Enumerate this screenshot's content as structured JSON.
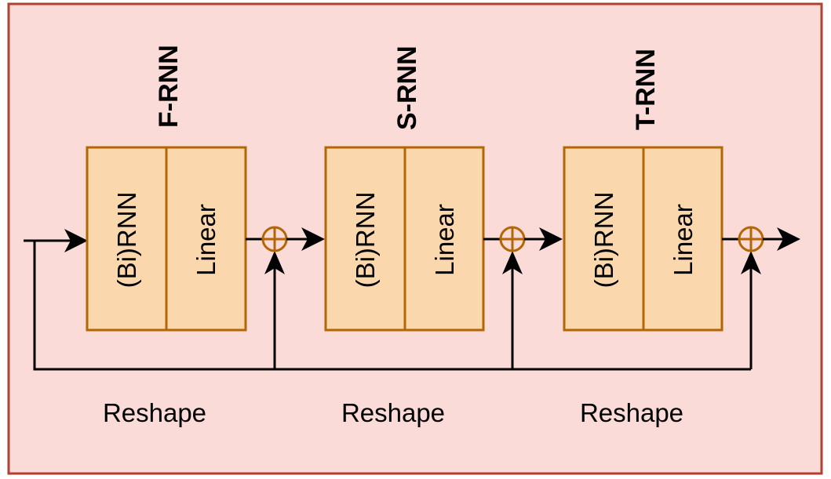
{
  "colors": {
    "background": "#fadbd8",
    "border": "#ae4132",
    "block_fill": "#fad7ac",
    "block_stroke": "#b46504",
    "line": "#000000"
  },
  "icons": {
    "adder": "circle-plus-icon",
    "arrow": "arrowhead-icon"
  },
  "blocks": [
    {
      "title": "F-RNN",
      "cell1": "(Bi)RNN",
      "cell2": "Linear",
      "reshape": "Reshape"
    },
    {
      "title": "S-RNN",
      "cell1": "(Bi)RNN",
      "cell2": "Linear",
      "reshape": "Reshape"
    },
    {
      "title": "T-RNN",
      "cell1": "(Bi)RNN",
      "cell2": "Linear",
      "reshape": "Reshape"
    }
  ]
}
